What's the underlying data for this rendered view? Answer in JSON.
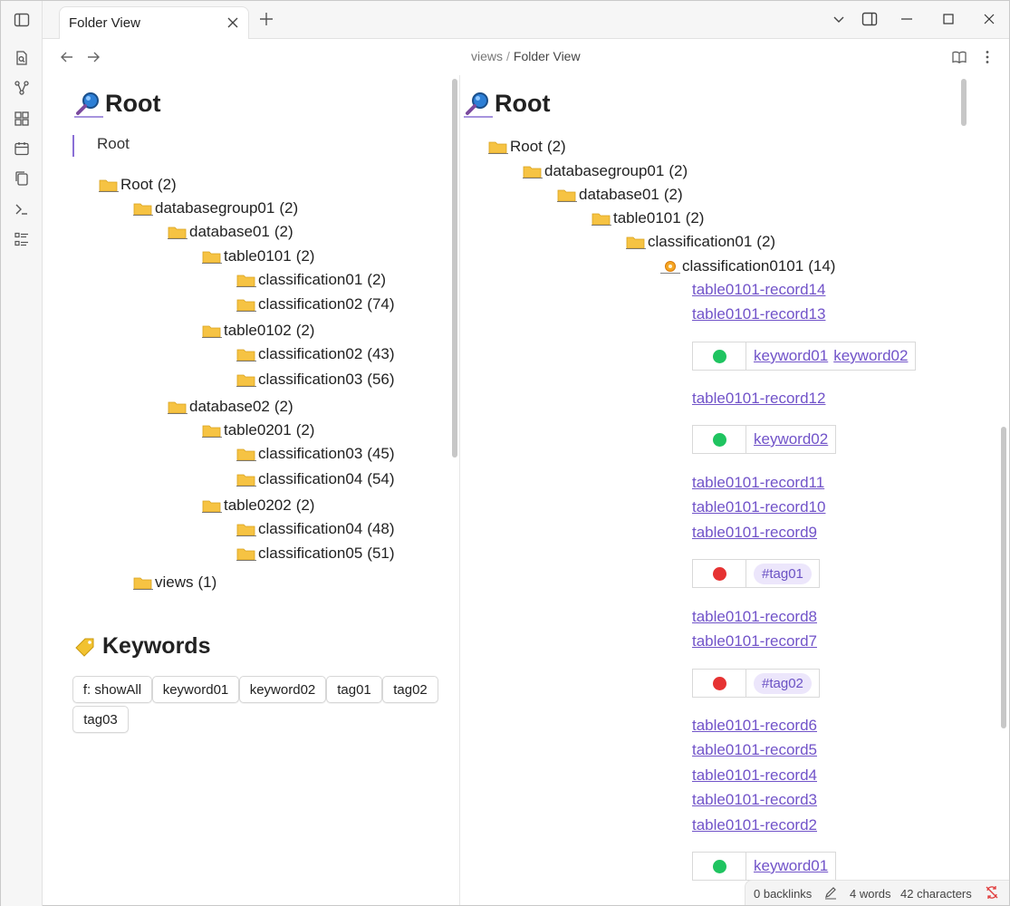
{
  "tab": {
    "title": "Folder View"
  },
  "breadcrumb": {
    "parent": "views",
    "separator": "/",
    "current": "Folder View"
  },
  "left": {
    "heading": "Root",
    "quote": "Root",
    "tree": [
      {
        "name": "Root",
        "count": "(2)"
      },
      {
        "name": "databasegroup01",
        "count": "(2)"
      },
      {
        "name": "database01",
        "count": "(2)"
      },
      {
        "name": "table0101",
        "count": "(2)"
      },
      {
        "name": "classification01",
        "count": "(2)"
      },
      {
        "name": "classification02",
        "count": "(74)"
      },
      {
        "name": "table0102",
        "count": "(2)"
      },
      {
        "name": "classification02",
        "count": "(43)"
      },
      {
        "name": "classification03",
        "count": "(56)"
      },
      {
        "name": "database02",
        "count": "(2)"
      },
      {
        "name": "table0201",
        "count": "(2)"
      },
      {
        "name": "classification03",
        "count": "(45)"
      },
      {
        "name": "classification04",
        "count": "(54)"
      },
      {
        "name": "table0202",
        "count": "(2)"
      },
      {
        "name": "classification04",
        "count": "(48)"
      },
      {
        "name": "classification05",
        "count": "(51)"
      },
      {
        "name": "views",
        "count": "(1)"
      }
    ],
    "keywords_heading": "Keywords",
    "keyword_buttons": [
      "f: showAll",
      "keyword01",
      "keyword02",
      "tag01",
      "tag02",
      "tag03"
    ]
  },
  "right": {
    "heading": "Root",
    "tree": [
      {
        "name": "Root",
        "count": "(2)"
      },
      {
        "name": "databasegroup01",
        "count": "(2)"
      },
      {
        "name": "database01",
        "count": "(2)"
      },
      {
        "name": "table0101",
        "count": "(2)"
      },
      {
        "name": "classification01",
        "count": "(2)"
      },
      {
        "name": "classification0101",
        "count": "(14)"
      }
    ],
    "records": [
      "table0101-record14",
      "table0101-record13",
      "table0101-record12",
      "table0101-record11",
      "table0101-record10",
      "table0101-record9",
      "table0101-record8",
      "table0101-record7",
      "table0101-record6",
      "table0101-record5",
      "table0101-record4",
      "table0101-record3",
      "table0101-record2"
    ],
    "meta_tables": [
      {
        "status_color": "#1fc460",
        "values": [
          "keyword01",
          "keyword02"
        ],
        "kind": "link"
      },
      {
        "status_color": "#1fc460",
        "values": [
          "keyword02"
        ],
        "kind": "link"
      },
      {
        "status_color": "#e63232",
        "values": [
          "#tag01"
        ],
        "kind": "tag"
      },
      {
        "status_color": "#e63232",
        "values": [
          "#tag02"
        ],
        "kind": "tag"
      },
      {
        "status_color": "#1fc460",
        "values": [
          "keyword01"
        ],
        "kind": "link"
      }
    ]
  },
  "statusbar": {
    "backlinks": "0 backlinks",
    "words": "4 words",
    "characters": "42 characters"
  },
  "colors": {
    "accent": "#7153c9",
    "folder": "#f6c343",
    "green": "#1fc460",
    "red": "#e63232"
  }
}
